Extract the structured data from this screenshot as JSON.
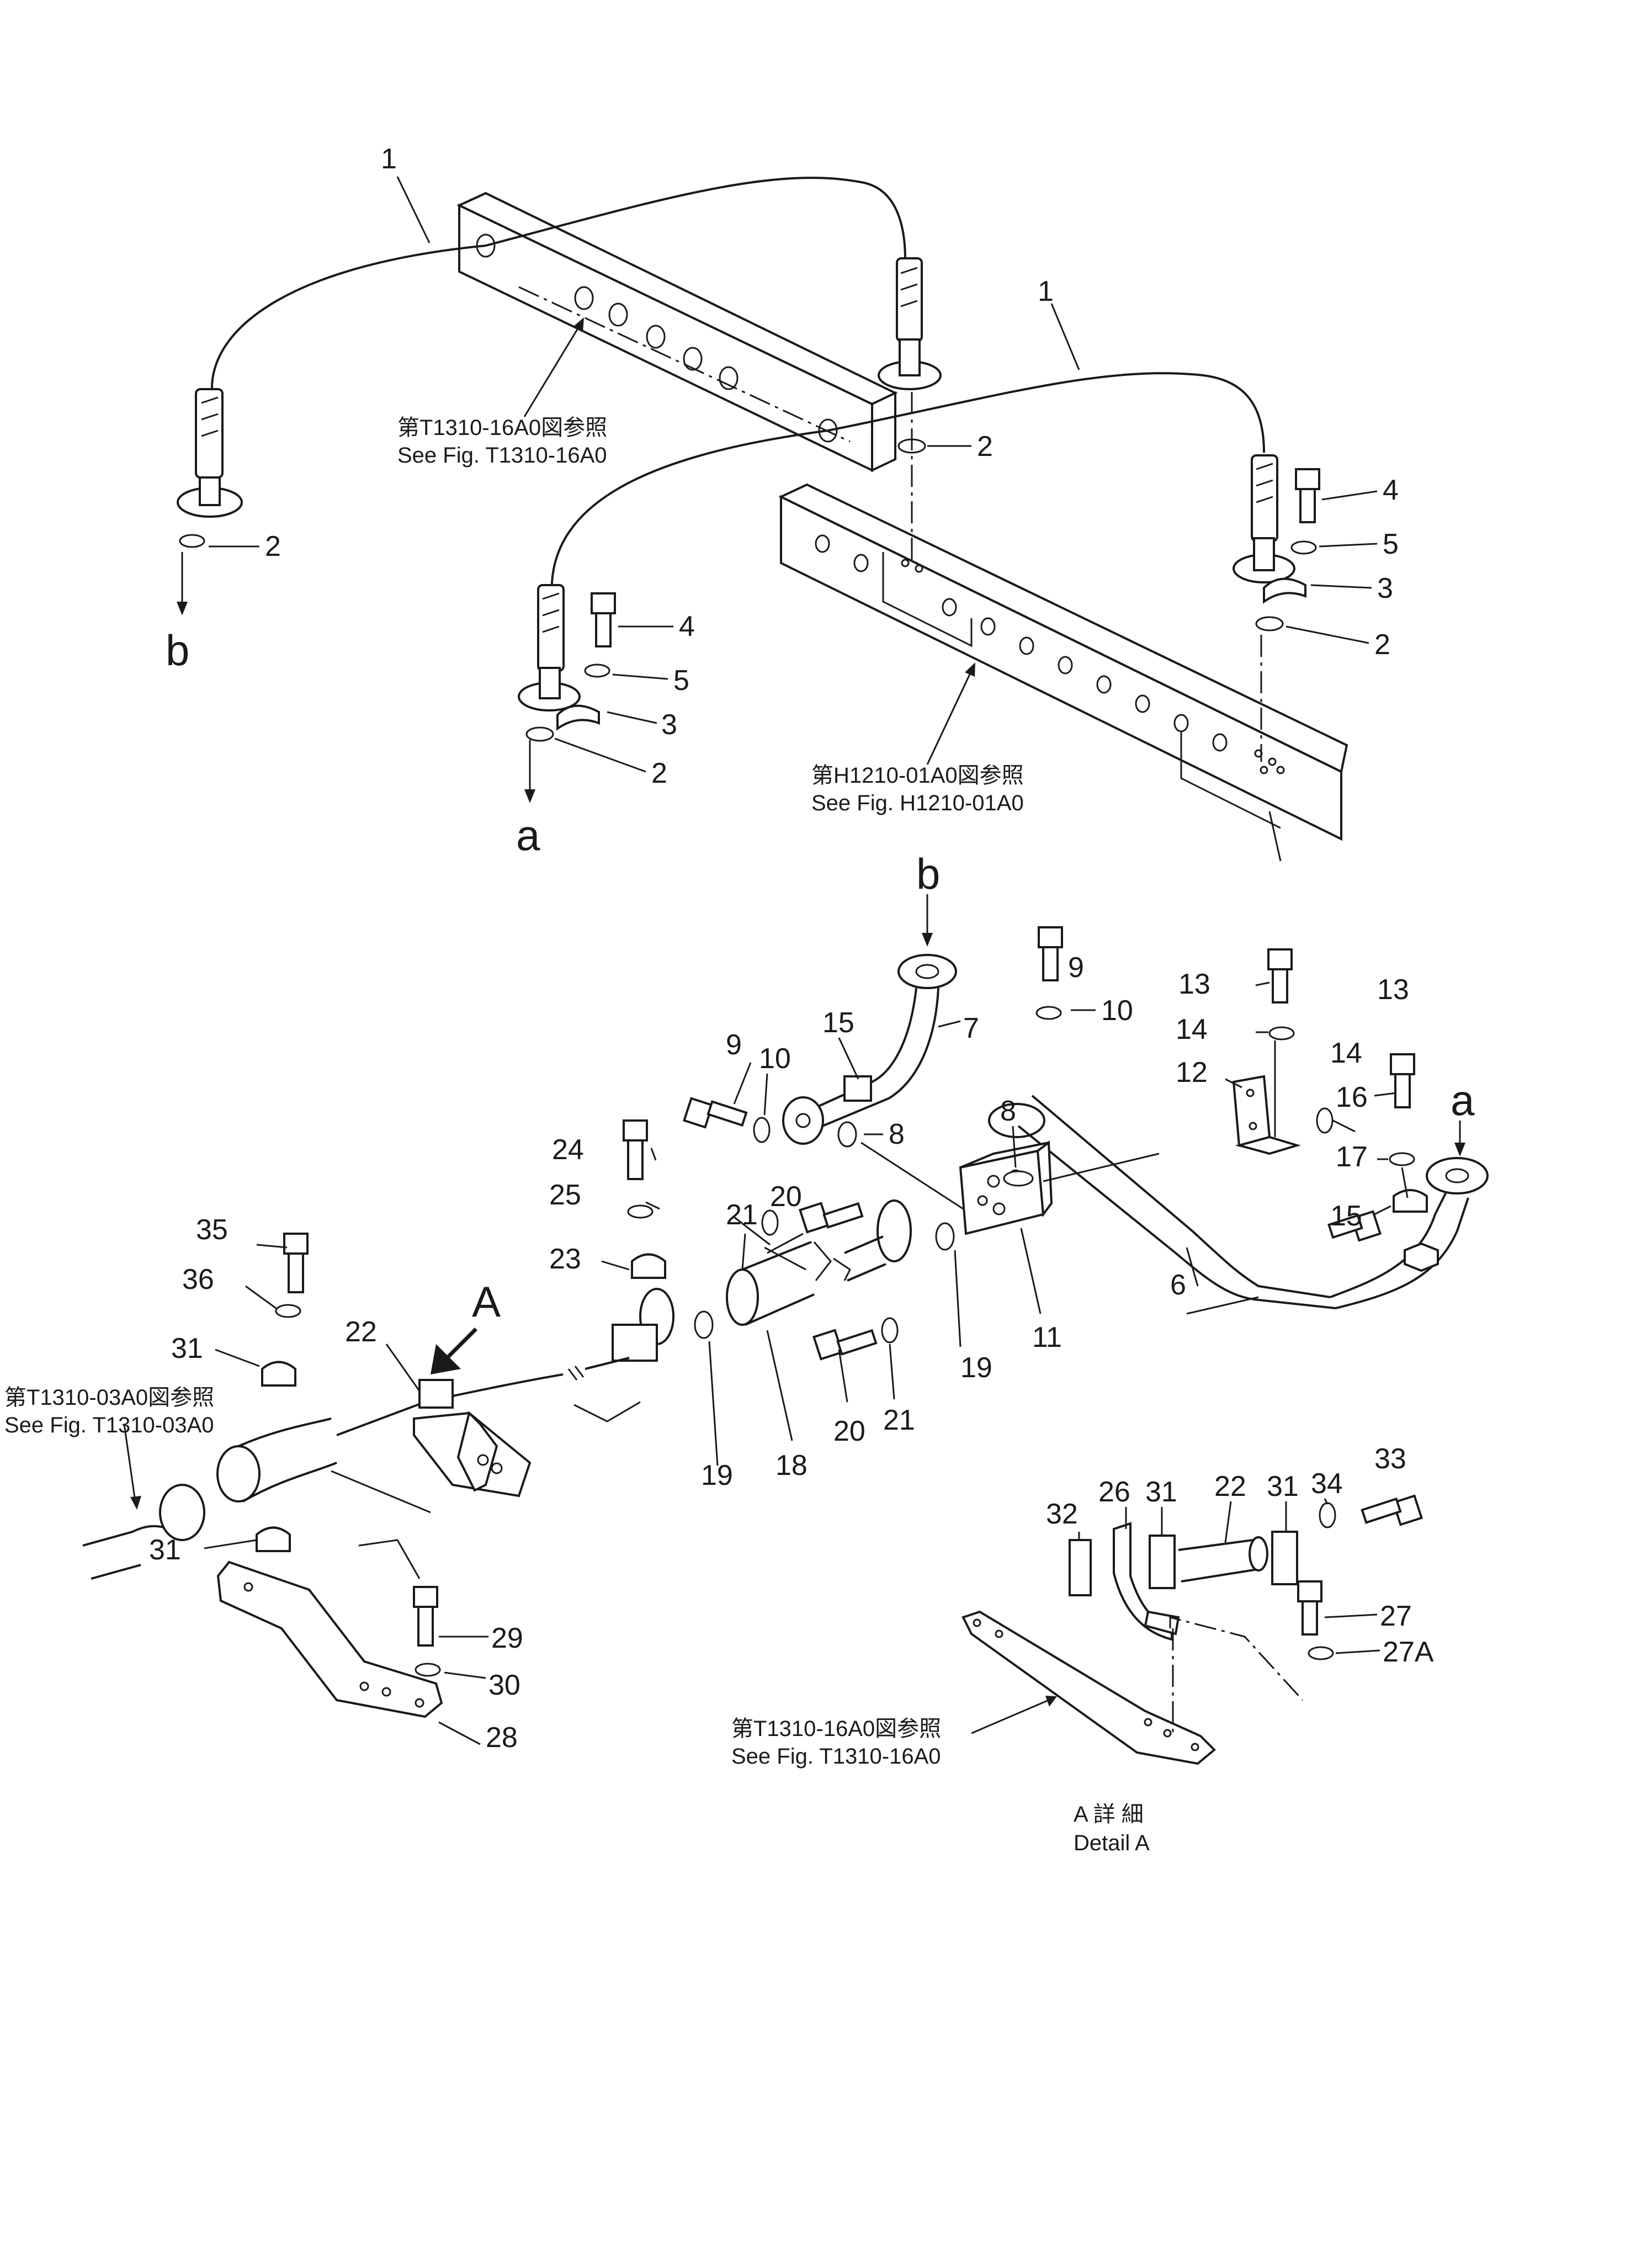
{
  "callouts": {
    "n1a": "1",
    "n1b": "1",
    "n2a": "2",
    "n2b": "2",
    "n2c": "2",
    "n2d": "2",
    "n3a": "3",
    "n3b": "3",
    "n4a": "4",
    "n4b": "4",
    "n5a": "5",
    "n5b": "5",
    "n6": "6",
    "n7": "7",
    "n8a": "8",
    "n8b": "8",
    "n9a": "9",
    "n9b": "9",
    "n10a": "10",
    "n10b": "10",
    "n11": "11",
    "n12": "12",
    "n13a": "13",
    "n13b": "13",
    "n14a": "14",
    "n14b": "14",
    "n15a": "15",
    "n15b": "15",
    "n16": "16",
    "n17": "17",
    "n18": "18",
    "n19a": "19",
    "n19b": "19",
    "n20a": "20",
    "n20b": "20",
    "n21a": "21",
    "n21b": "21",
    "n22a": "22",
    "n22b": "22",
    "n23": "23",
    "n24": "24",
    "n25": "25",
    "n26": "26",
    "n27": "27",
    "n27A": "27A",
    "n28": "28",
    "n29": "29",
    "n30": "30",
    "n31a": "31",
    "n31b": "31",
    "n31c": "31",
    "n31d": "31",
    "n32": "32",
    "n33": "33",
    "n34": "34",
    "n35": "35",
    "n36": "36"
  },
  "connectors": {
    "a_top": "a",
    "b_top": "b",
    "a_lower": "a",
    "b_lower": "b",
    "detail_mark": "A"
  },
  "references": {
    "t1310_16a0_top_jp": "第T1310-16A0図参照",
    "t1310_16a0_top_en": "See  Fig.  T1310-16A0",
    "h1210_01a0_jp": "第H1210-01A0図参照",
    "h1210_01a0_en": "See  Fig.  H1210-01A0",
    "t1310_03a0_jp": "第T1310-03A0図参照",
    "t1310_03a0_en": "See  Fig.  T1310-03A0",
    "t1310_16a0_bottom_jp": "第T1310-16A0図参照",
    "t1310_16a0_bottom_en": "See  Fig.  T1310-16A0"
  },
  "detail": {
    "title_jp": "A 詳 細",
    "title_en": "Detail A"
  }
}
